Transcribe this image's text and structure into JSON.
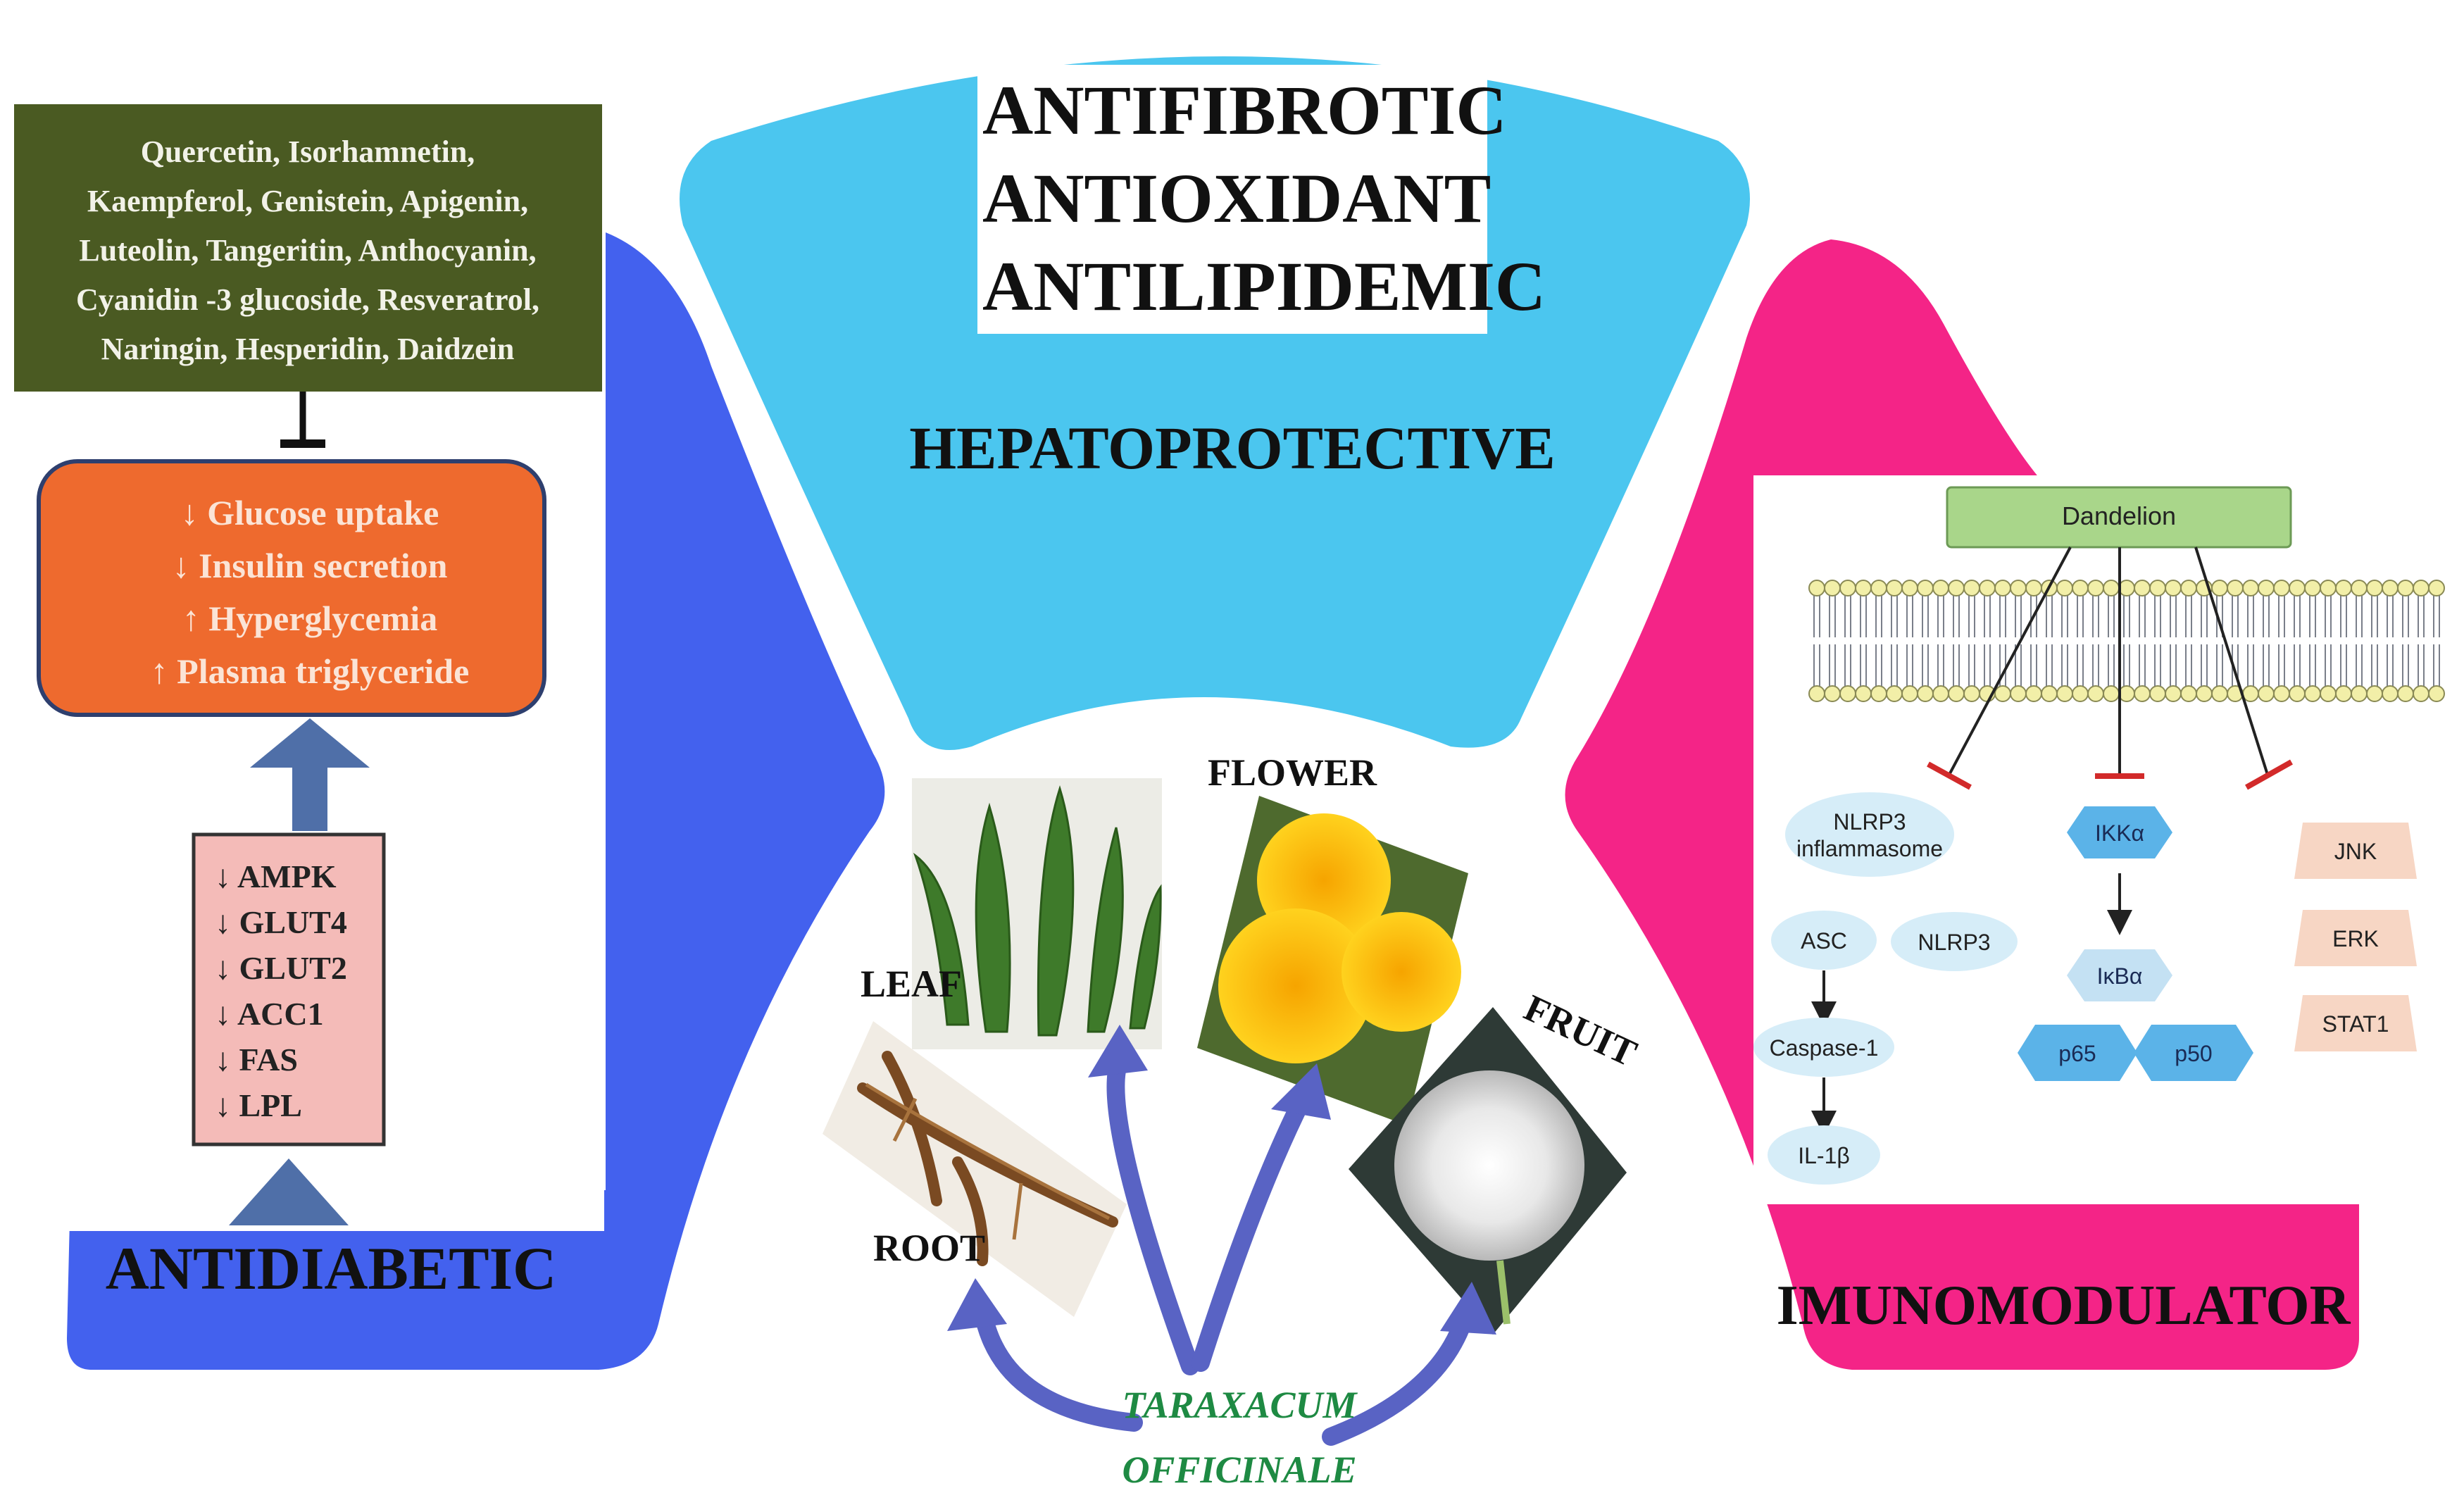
{
  "colors": {
    "left_panel": "#4361EE",
    "top_panel": "#4BC6EF",
    "right_panel": "#F42487",
    "olive_box": "#4A5A22",
    "orange_box": "#EE6A2E",
    "pink_box": "#F4BBB8",
    "gray_arrow": "#4F6FA8",
    "purple_arrow": "#5963C4",
    "species_green": "#1E8A43"
  },
  "hepato": {
    "properties": [
      "ANTIFIBROTIC",
      "ANTIOXIDANT",
      "ANTILIPIDEMIC"
    ],
    "label": "HEPATOPROTECTIVE"
  },
  "antidiabetic": {
    "compounds": [
      "Quercetin, Isorhamnetin,",
      "Kaempferol, Genistein, Apigenin,",
      "Luteolin, Tangeritin, Anthocyanin,",
      "Cyanidin -3 glucoside, Resveratrol,",
      "Naringin, Hesperidin, Daidzein"
    ],
    "effects": [
      "↓ Glucose uptake",
      "↓ Insulin secretion",
      "↑ Hyperglycemia",
      "↑ Plasma triglyceride"
    ],
    "targets": [
      "↓ AMPK",
      "↓ GLUT4",
      "↓ GLUT2",
      "↓ ACC1",
      "↓ FAS",
      "↓ LPL"
    ],
    "label": "ANTIDIABETIC"
  },
  "plant": {
    "parts": {
      "leaf": "LEAF",
      "flower": "FLOWER",
      "fruit": "FRUIT",
      "root": "ROOT"
    },
    "species": [
      "TARAXACUM",
      "OFFICINALE"
    ]
  },
  "immuno": {
    "source": "Dandelion",
    "inflammasome": [
      "NLRP3",
      "inflammasome"
    ],
    "asc": "ASC",
    "nlrp3": "NLRP3",
    "caspase": "Caspase-1",
    "il1b": "IL-1β",
    "ikka": "IKKα",
    "ikba": "IκBα",
    "p65": "p65",
    "p50": "p50",
    "mapk": [
      "JNK",
      "ERK",
      "STAT1"
    ],
    "label": "IMUNOMODULATOR"
  }
}
